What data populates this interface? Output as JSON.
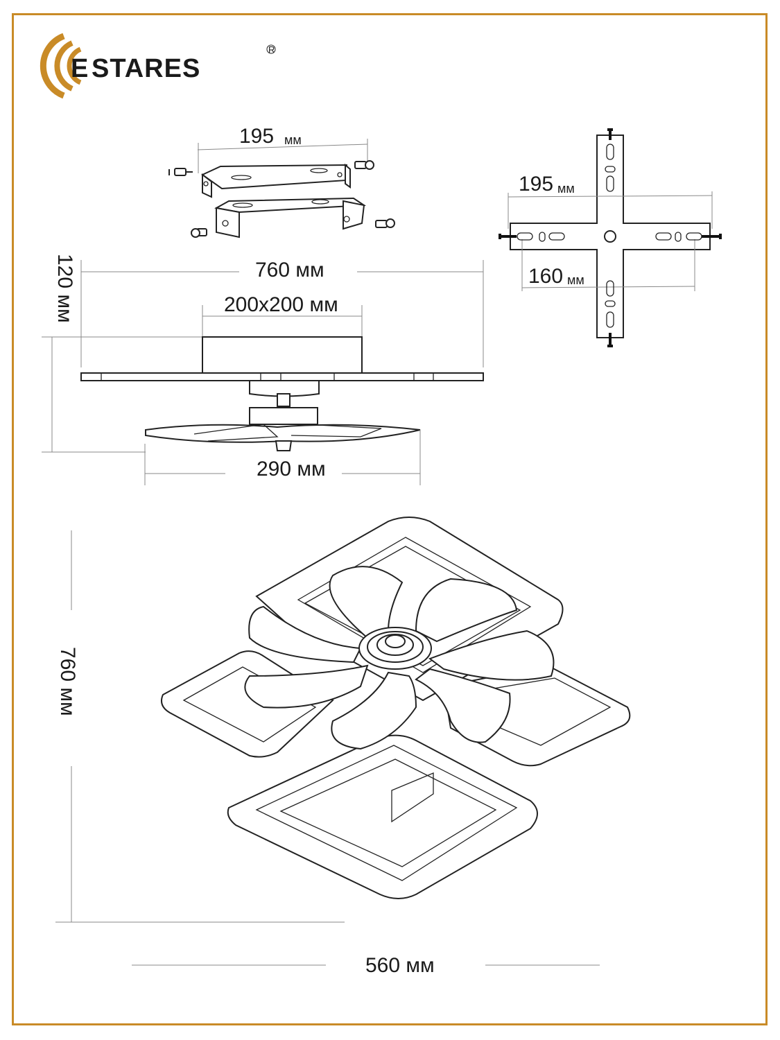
{
  "brand": {
    "name": "STARES",
    "mark": "E",
    "registered": "R",
    "accent_color": "#c98b27"
  },
  "dimensions": {
    "bracket_width_top": "195",
    "bracket_width_top_unit": "мм",
    "plate_width": "195",
    "plate_width_unit": "мм",
    "plate_holes": "160",
    "plate_holes_unit": "мм",
    "total_width": "760 мм",
    "base_size": "200x200 мм",
    "height": "120 мм",
    "blade_span": "290 мм",
    "top_view_length": "760 мм",
    "top_view_width": "560 мм"
  },
  "icons": [
    "screw-icon",
    "mounting-bracket",
    "mounting-plate",
    "fan-blades"
  ]
}
